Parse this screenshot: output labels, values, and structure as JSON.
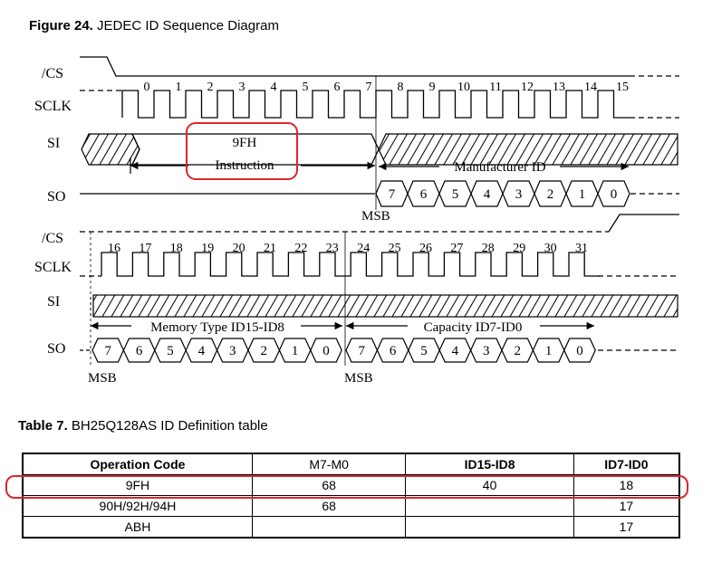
{
  "figure": {
    "label": "Figure 24.",
    "title": " JEDEC ID Sequence Diagram"
  },
  "signals": {
    "cs": "/CS",
    "sclk": "SCLK",
    "si": "SI",
    "so": "SO"
  },
  "clock_top": [
    "0",
    "1",
    "2",
    "3",
    "4",
    "5",
    "6",
    "7",
    "8",
    "9",
    "10",
    "11",
    "12",
    "13",
    "14",
    "15"
  ],
  "clock_bottom": [
    "16",
    "17",
    "18",
    "19",
    "20",
    "21",
    "22",
    "23",
    "24",
    "25",
    "26",
    "27",
    "28",
    "29",
    "30",
    "31"
  ],
  "instruction": {
    "code": "9FH",
    "label": "Instruction"
  },
  "manufacturer_label": "Manufacturer ID",
  "memory_type_label": "Memory Type ID15-ID8",
  "capacity_label": "Capacity ID7-ID0",
  "msb": "MSB",
  "bits": [
    "7",
    "6",
    "5",
    "4",
    "3",
    "2",
    "1",
    "0"
  ],
  "colors": {
    "highlight": "#d9262c",
    "line": "#000000"
  },
  "table": {
    "label": "Table 7.",
    "title": " BH25Q128AS ID Definition table",
    "headers": [
      "Operation Code",
      "M7-M0",
      "ID15-ID8",
      "ID7-ID0"
    ],
    "rows": [
      [
        "9FH",
        "68",
        "40",
        "18"
      ],
      [
        "90H/92H/94H",
        "68",
        "",
        "17"
      ],
      [
        "ABH",
        "",
        "",
        "17"
      ]
    ]
  }
}
